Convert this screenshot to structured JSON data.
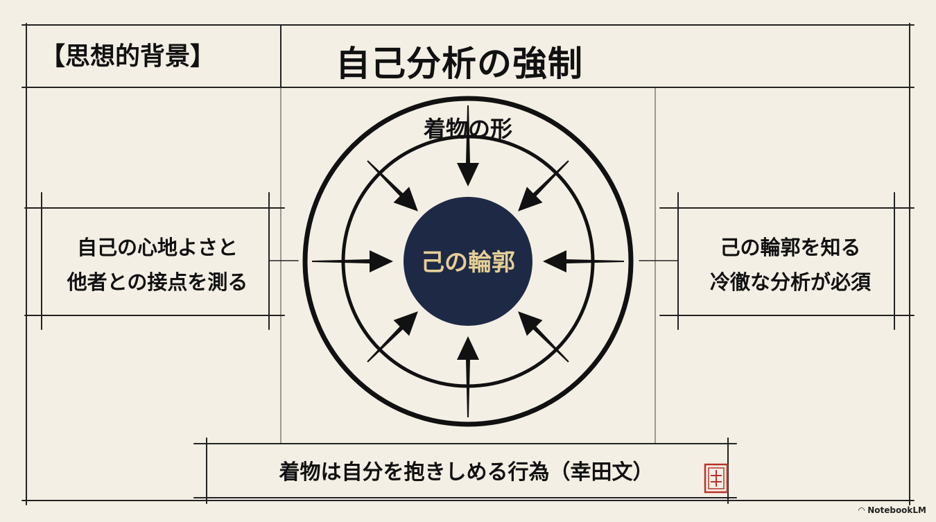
{
  "header": {
    "tag": "【思想的背景】",
    "title": "自己分析の強制"
  },
  "diagram": {
    "outer_label": "着物の形",
    "center_label": "己の輪郭",
    "left_note": [
      "自己の心地よさと",
      "他者との接点を測る"
    ],
    "right_note": [
      "己の輪郭を知る",
      "冷徹な分析が必須"
    ]
  },
  "footer": {
    "quote": "着物は自分を抱きしめる行為（幸田文）"
  },
  "branding": {
    "label": "NotebookLM"
  },
  "colors": {
    "background": "#f4efe4",
    "ink": "#111111",
    "center_fill": "#1e2a45",
    "center_text": "#e6cf97",
    "seal": "#b8322a"
  }
}
